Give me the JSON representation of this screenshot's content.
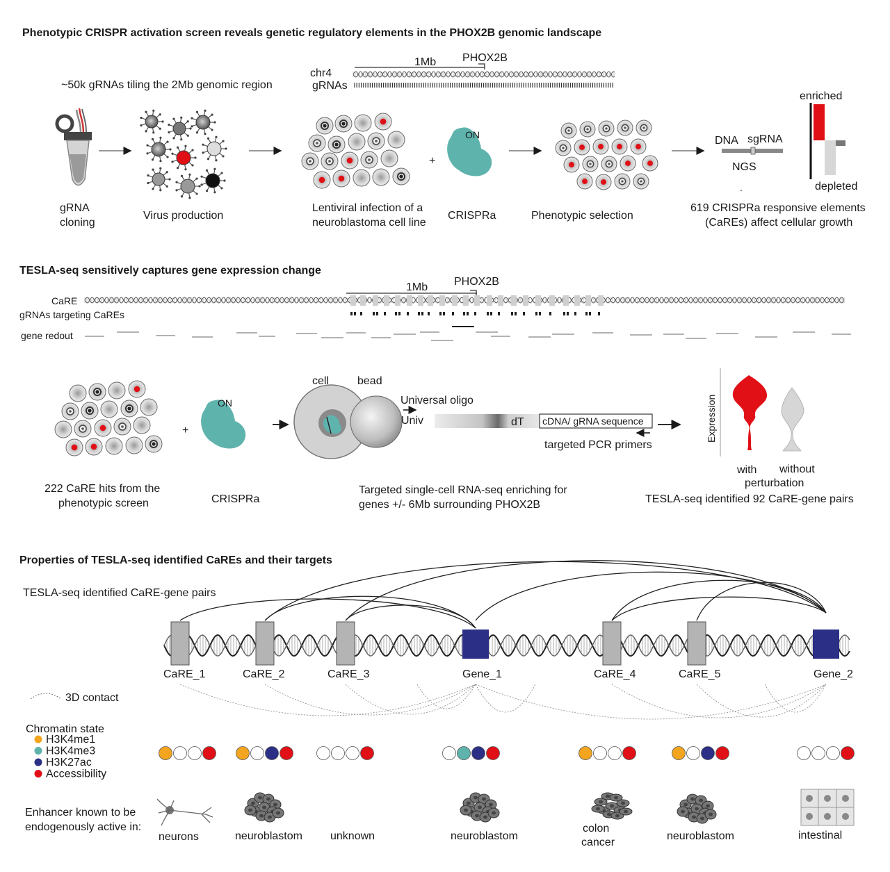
{
  "section1": {
    "title": "Phenotypic CRISPR activation  screen reveals genetic regulatory elements in the PHOX2B genomic landscape",
    "grna_tiling": "~50k gRNAs tiling the 2Mb  genomic region",
    "scale_label": "1Mb",
    "gene_label": "PHOX2B",
    "chr_label": "chr4",
    "grnas_label": "gRNAs",
    "step_grna_line1": "gRNA",
    "step_grna_line2": "cloning",
    "step_virus": "Virus production",
    "step_infection_line1": "Lentiviral infection of a",
    "step_infection_line2": "neuroblastoma cell line",
    "step_crispra": "CRISPRa",
    "on_label": "ON",
    "step_selection": "Phenotypic selection",
    "dna_label": "DNA",
    "sgrna_label": "sgRNA",
    "ngs_label": "NGS",
    "enriched_label": "enriched",
    "depleted_label": "depleted",
    "result_line1": "619 CRISPRa responsive elements",
    "result_line2": "(CaREs) affect cellular growth",
    "plus": "+"
  },
  "section2": {
    "title": "TESLA-seq sensitively captures gene expression change",
    "scale_label": "1Mb",
    "gene_label": "PHOX2B",
    "care_label": "CaRE",
    "grnas_label": "gRNAs targeting CaREs",
    "gene_readout": "gene redout",
    "hits_line1": "222 CaRE hits from the",
    "hits_line2": "phenotypic screen",
    "crispra": "CRISPRa",
    "on_label": "ON",
    "cell_label": "cell",
    "bead_label": "bead",
    "universal_oligo": "Universal oligo",
    "univ": "Univ",
    "dt": "dT",
    "cdna": "cDNA/ gRNA sequence",
    "pcr": "targeted PCR primers",
    "rnaseq_line1": "Targeted single-cell RNA-seq enriching for",
    "rnaseq_line2": "genes +/- 6Mb surrounding PHOX2B",
    "expression_axis": "Expression",
    "with_label": "with",
    "without_label": "without",
    "perturbation_label": "perturbation",
    "pairs_result": "TESLA-seq identified 92 CaRE-gene pairs",
    "plus": "+"
  },
  "section3": {
    "title": "Properties of TESLA-seq identified  CaREs and their targets",
    "pairs_label": "TESLA-seq identified CaRE-gene pairs",
    "elements": [
      {
        "label": "CaRE_1",
        "kind": "care",
        "chromatin": [
          "#f3a51f",
          "#ffffff",
          "#ffffff",
          "#e01016"
        ],
        "tissue": "neurons"
      },
      {
        "label": "CaRE_2",
        "kind": "care",
        "chromatin": [
          "#f3a51f",
          "#ffffff",
          "#2b2f86",
          "#e01016"
        ],
        "tissue": "neuroblastom"
      },
      {
        "label": "CaRE_3",
        "kind": "care",
        "chromatin": [
          "#ffffff",
          "#ffffff",
          "#ffffff",
          "#e01016"
        ],
        "tissue": "unknown"
      },
      {
        "label": "Gene_1",
        "kind": "gene",
        "chromatin": [
          "#ffffff",
          "#5fb3ad",
          "#2b2f86",
          "#e01016"
        ],
        "tissue": "neuroblastom"
      },
      {
        "label": "CaRE_4",
        "kind": "care",
        "chromatin": [
          "#f3a51f",
          "#ffffff",
          "#ffffff",
          "#e01016"
        ],
        "tissue": "colon cancer"
      },
      {
        "label": "CaRE_5",
        "kind": "care",
        "chromatin": [
          "#f3a51f",
          "#ffffff",
          "#2b2f86",
          "#e01016"
        ],
        "tissue": "neuroblastom"
      },
      {
        "label": "Gene_2",
        "kind": "gene",
        "chromatin": [
          "#ffffff",
          "#ffffff",
          "#ffffff",
          "#e01016"
        ],
        "tissue": "intestinal"
      }
    ],
    "contact_label": "3D contact",
    "chromatin_title": "Chromatin state",
    "legend": [
      {
        "label": "H3K4me1",
        "color": "#f3a51f"
      },
      {
        "label": "H3K4me3",
        "color": "#5fb3ad"
      },
      {
        "label": "H3K27ac",
        "color": "#2b2f86"
      },
      {
        "label": "Accessibility",
        "color": "#e01016"
      }
    ],
    "enhancer_line1": "Enhancer known to be",
    "enhancer_line2": "endogenously active in:",
    "colon_line1": "colon",
    "colon_line2": "cancer"
  },
  "colors": {
    "red": "#e01016",
    "teal": "#5fb3ad",
    "navy": "#2b2f86",
    "orange": "#f3a51f",
    "gray_box": "#b4b4b4"
  }
}
